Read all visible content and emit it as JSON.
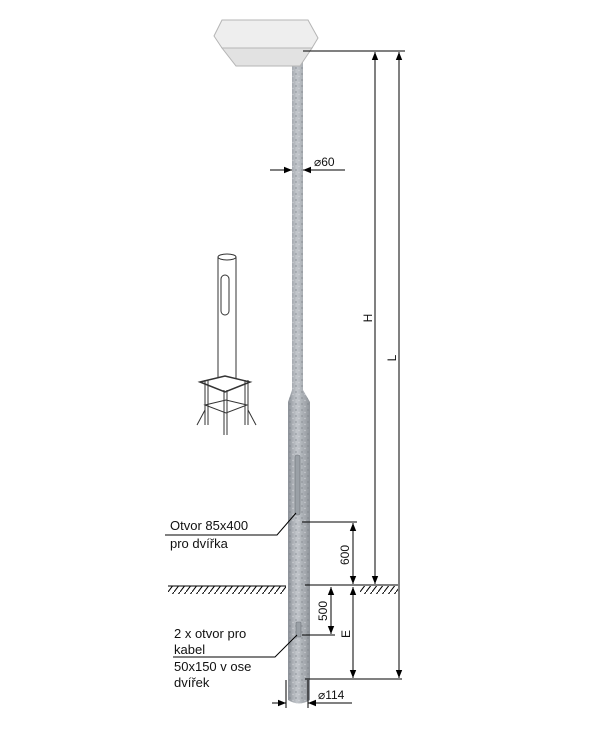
{
  "dimensions": {
    "top_diameter": "⌀60",
    "bottom_diameter": "⌀114",
    "height_label": "H",
    "length_label": "L",
    "door_height": "600",
    "cable_depth": "500",
    "embed_label": "E"
  },
  "annotations": {
    "door_opening": [
      "Otvor 85x400",
      "pro dvířka"
    ],
    "cable_opening": [
      "2 x otvor pro",
      "kabel",
      "50x150 v ose",
      "dvířek"
    ]
  },
  "colors": {
    "pole": "#a9adb3",
    "lamp": "#e9e9e9",
    "line": "#000000"
  }
}
